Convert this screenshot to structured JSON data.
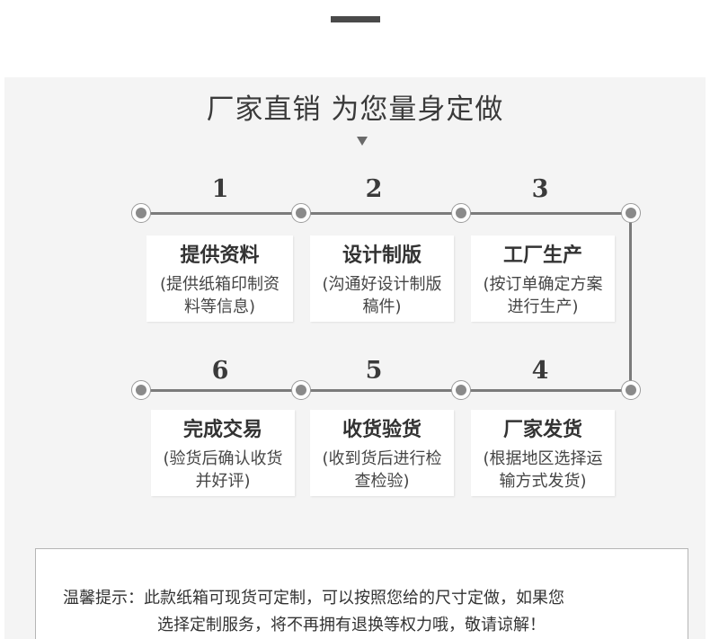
{
  "headline": "厂家直销 为您量身定做",
  "steps": [
    {
      "num": "1",
      "title": "提供资料",
      "desc": "(提供纸箱印制资料等信息)"
    },
    {
      "num": "2",
      "title": "设计制版",
      "desc": "(沟通好设计制版稿件)"
    },
    {
      "num": "3",
      "title": "工厂生产",
      "desc": "(按订单确定方案进行生产)"
    },
    {
      "num": "4",
      "title": "厂家发货",
      "desc": "(根据地区选择运输方式发货)"
    },
    {
      "num": "5",
      "title": "收货验货",
      "desc": "(收到货后进行检查检验)"
    },
    {
      "num": "6",
      "title": "完成交易",
      "desc": "(验货后确认收货并好评)"
    }
  ],
  "notice": {
    "line1": "温馨提示：此款纸箱可现货可定制，可以按照您给的尺寸定做，如果您",
    "line2": "选择定制服务，将不再拥有退换等权力哦，敬请谅解！"
  },
  "colors": {
    "panel_bg": "#f4f4f4",
    "line": "#7b7b7b",
    "text": "#3a3a3a"
  },
  "icons": {
    "headline_arrow": "triangle-down-icon",
    "step_node": "circle-dot-icon"
  }
}
